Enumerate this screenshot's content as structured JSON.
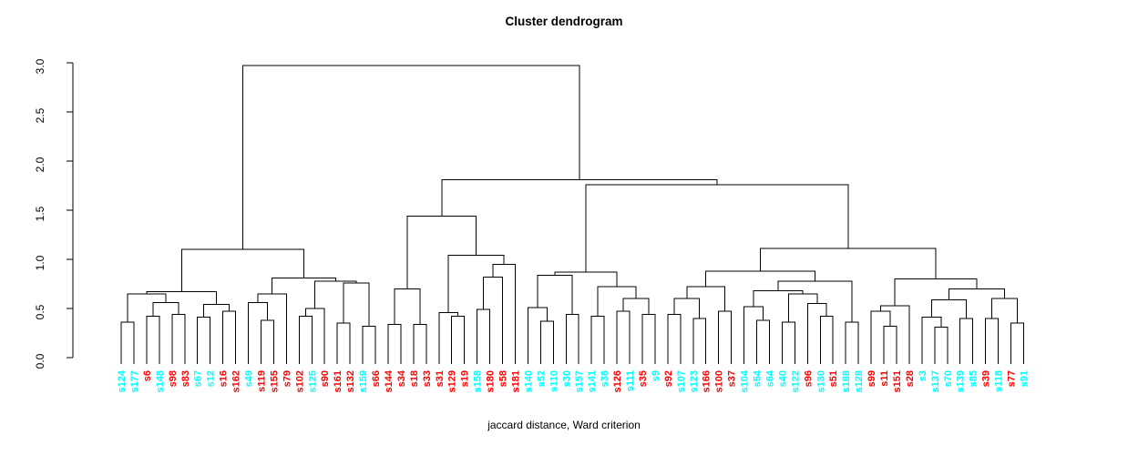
{
  "title": "Cluster dendrogram",
  "caption": "jaccard distance, Ward criterion",
  "colors": {
    "red_label": "#FF0000",
    "cyan_label": "#00FFFF",
    "line": "#000000"
  },
  "chart_data": {
    "type": "dendrogram",
    "title": "Cluster dendrogram",
    "xlabel": "jaccard distance, Ward criterion",
    "ylabel": "",
    "ylim": [
      0,
      3
    ],
    "grid": false,
    "legend": "none",
    "y_ticks": [
      "0.0",
      "0.5",
      "1.0",
      "1.5",
      "2.0",
      "2.5",
      "3.0"
    ],
    "leaves": [
      {
        "label": "s124",
        "color": "cyan"
      },
      {
        "label": "s177",
        "color": "cyan"
      },
      {
        "label": "s6",
        "color": "red"
      },
      {
        "label": "s148",
        "color": "cyan"
      },
      {
        "label": "s98",
        "color": "red"
      },
      {
        "label": "s83",
        "color": "red"
      },
      {
        "label": "s67",
        "color": "cyan"
      },
      {
        "label": "s12",
        "color": "cyan"
      },
      {
        "label": "s16",
        "color": "red"
      },
      {
        "label": "s162",
        "color": "red"
      },
      {
        "label": "s49",
        "color": "cyan"
      },
      {
        "label": "s119",
        "color": "red"
      },
      {
        "label": "s155",
        "color": "red"
      },
      {
        "label": "s79",
        "color": "red"
      },
      {
        "label": "s102",
        "color": "red"
      },
      {
        "label": "s125",
        "color": "cyan"
      },
      {
        "label": "s90",
        "color": "red"
      },
      {
        "label": "s161",
        "color": "red"
      },
      {
        "label": "s132",
        "color": "red"
      },
      {
        "label": "s159",
        "color": "cyan"
      },
      {
        "label": "s66",
        "color": "red"
      },
      {
        "label": "s144",
        "color": "red"
      },
      {
        "label": "s34",
        "color": "red"
      },
      {
        "label": "s18",
        "color": "red"
      },
      {
        "label": "s33",
        "color": "red"
      },
      {
        "label": "s31",
        "color": "red"
      },
      {
        "label": "s129",
        "color": "red"
      },
      {
        "label": "s19",
        "color": "red"
      },
      {
        "label": "s158",
        "color": "cyan"
      },
      {
        "label": "s180",
        "color": "red"
      },
      {
        "label": "s58",
        "color": "red"
      },
      {
        "label": "s181",
        "color": "red"
      },
      {
        "label": "s140",
        "color": "cyan"
      },
      {
        "label": "s52",
        "color": "cyan"
      },
      {
        "label": "s110",
        "color": "cyan"
      },
      {
        "label": "s30",
        "color": "cyan"
      },
      {
        "label": "s157",
        "color": "cyan"
      },
      {
        "label": "s141",
        "color": "cyan"
      },
      {
        "label": "s36",
        "color": "cyan"
      },
      {
        "label": "s126",
        "color": "red"
      },
      {
        "label": "s111",
        "color": "cyan"
      },
      {
        "label": "s35",
        "color": "red"
      },
      {
        "label": "s9",
        "color": "cyan"
      },
      {
        "label": "s92",
        "color": "red"
      },
      {
        "label": "s107",
        "color": "cyan"
      },
      {
        "label": "s123",
        "color": "cyan"
      },
      {
        "label": "s166",
        "color": "red"
      },
      {
        "label": "s100",
        "color": "red"
      },
      {
        "label": "s37",
        "color": "red"
      },
      {
        "label": "s104",
        "color": "cyan"
      },
      {
        "label": "s54",
        "color": "cyan"
      },
      {
        "label": "s64",
        "color": "cyan"
      },
      {
        "label": "s40",
        "color": "cyan"
      },
      {
        "label": "s122",
        "color": "cyan"
      },
      {
        "label": "s96",
        "color": "red"
      },
      {
        "label": "s130",
        "color": "cyan"
      },
      {
        "label": "s51",
        "color": "red"
      },
      {
        "label": "s188",
        "color": "cyan"
      },
      {
        "label": "s128",
        "color": "cyan"
      },
      {
        "label": "s99",
        "color": "red"
      },
      {
        "label": "s11",
        "color": "red"
      },
      {
        "label": "s151",
        "color": "red"
      },
      {
        "label": "s28",
        "color": "red"
      },
      {
        "label": "s3",
        "color": "cyan"
      },
      {
        "label": "s137",
        "color": "cyan"
      },
      {
        "label": "s70",
        "color": "cyan"
      },
      {
        "label": "s139",
        "color": "cyan"
      },
      {
        "label": "s85",
        "color": "cyan"
      },
      {
        "label": "s39",
        "color": "red"
      },
      {
        "label": "s118",
        "color": "cyan"
      },
      {
        "label": "s77",
        "color": "red"
      },
      {
        "label": "s91",
        "color": "cyan"
      }
    ],
    "tree": {
      "h": 2.97,
      "c": [
        {
          "h": 1.1,
          "c": [
            {
              "h": 0.67,
              "c": [
                {
                  "h": 0.65,
                  "c": [
                    {
                      "h": 0.36,
                      "c": [
                        "s124",
                        "s177"
                      ]
                    },
                    {
                      "h": 0.56,
                      "c": [
                        {
                          "h": 0.42,
                          "c": [
                            "s6",
                            "s148"
                          ]
                        },
                        {
                          "h": 0.44,
                          "c": [
                            "s98",
                            "s83"
                          ]
                        }
                      ]
                    }
                  ]
                },
                {
                  "h": 0.54,
                  "c": [
                    {
                      "h": 0.41,
                      "c": [
                        "s67",
                        "s12"
                      ]
                    },
                    {
                      "h": 0.47,
                      "c": [
                        "s16",
                        "s162"
                      ]
                    }
                  ]
                }
              ]
            },
            {
              "h": 0.81,
              "c": [
                {
                  "h": 0.65,
                  "c": [
                    {
                      "h": 0.56,
                      "c": [
                        "s49",
                        {
                          "h": 0.38,
                          "c": [
                            "s119",
                            "s155"
                          ]
                        }
                      ]
                    },
                    "s79"
                  ]
                },
                {
                  "h": 0.78,
                  "c": [
                    {
                      "h": 0.5,
                      "c": [
                        {
                          "h": 0.42,
                          "c": [
                            "s102",
                            "s125"
                          ]
                        },
                        "s90"
                      ]
                    },
                    {
                      "h": 0.76,
                      "c": [
                        {
                          "h": 0.35,
                          "c": [
                            "s161",
                            "s132"
                          ]
                        },
                        {
                          "h": 0.32,
                          "c": [
                            "s159",
                            "s66"
                          ]
                        }
                      ]
                    }
                  ]
                }
              ]
            }
          ]
        },
        {
          "h": 1.81,
          "c": [
            {
              "h": 1.44,
              "c": [
                {
                  "h": 0.7,
                  "c": [
                    {
                      "h": 0.34,
                      "c": [
                        "s144",
                        "s34"
                      ]
                    },
                    {
                      "h": 0.34,
                      "c": [
                        "s18",
                        "s33"
                      ]
                    }
                  ]
                },
                {
                  "h": 1.04,
                  "c": [
                    {
                      "h": 0.46,
                      "c": [
                        "s31",
                        {
                          "h": 0.42,
                          "c": [
                            "s129",
                            "s19"
                          ]
                        }
                      ]
                    },
                    {
                      "h": 0.95,
                      "c": [
                        {
                          "h": 0.82,
                          "c": [
                            {
                              "h": 0.49,
                              "c": [
                                "s158",
                                "s180"
                              ]
                            },
                            "s58"
                          ]
                        },
                        "s181"
                      ]
                    }
                  ]
                }
              ]
            },
            {
              "h": 1.76,
              "c": [
                {
                  "h": 0.87,
                  "c": [
                    {
                      "h": 0.84,
                      "c": [
                        {
                          "h": 0.51,
                          "c": [
                            "s140",
                            {
                              "h": 0.37,
                              "c": [
                                "s52",
                                "s110"
                              ]
                            }
                          ]
                        },
                        {
                          "h": 0.44,
                          "c": [
                            "s30",
                            "s157"
                          ]
                        }
                      ]
                    },
                    {
                      "h": 0.72,
                      "c": [
                        {
                          "h": 0.42,
                          "c": [
                            "s141",
                            "s36"
                          ]
                        },
                        {
                          "h": 0.6,
                          "c": [
                            {
                              "h": 0.47,
                              "c": [
                                "s126",
                                "s111"
                              ]
                            },
                            {
                              "h": 0.44,
                              "c": [
                                "s35",
                                "s9"
                              ]
                            }
                          ]
                        }
                      ]
                    }
                  ]
                },
                {
                  "h": 1.11,
                  "c": [
                    {
                      "h": 0.88,
                      "c": [
                        {
                          "h": 0.72,
                          "c": [
                            {
                              "h": 0.6,
                              "c": [
                                {
                                  "h": 0.44,
                                  "c": [
                                    "s92",
                                    "s107"
                                  ]
                                },
                                {
                                  "h": 0.4,
                                  "c": [
                                    "s123",
                                    "s166"
                                  ]
                                }
                              ]
                            },
                            {
                              "h": 0.47,
                              "c": [
                                "s100",
                                "s37"
                              ]
                            }
                          ]
                        },
                        {
                          "h": 0.78,
                          "c": [
                            {
                              "h": 0.68,
                              "c": [
                                {
                                  "h": 0.52,
                                  "c": [
                                    "s104",
                                    {
                                      "h": 0.38,
                                      "c": [
                                        "s54",
                                        "s64"
                                      ]
                                    }
                                  ]
                                },
                                {
                                  "h": 0.65,
                                  "c": [
                                    {
                                      "h": 0.36,
                                      "c": [
                                        "s40",
                                        "s122"
                                      ]
                                    },
                                    {
                                      "h": 0.55,
                                      "c": [
                                        "s96",
                                        {
                                          "h": 0.42,
                                          "c": [
                                            "s130",
                                            "s51"
                                          ]
                                        }
                                      ]
                                    }
                                  ]
                                }
                              ]
                            },
                            {
                              "h": 0.36,
                              "c": [
                                "s188",
                                "s128"
                              ]
                            }
                          ]
                        }
                      ]
                    },
                    {
                      "h": 0.8,
                      "c": [
                        {
                          "h": 0.53,
                          "c": [
                            {
                              "h": 0.47,
                              "c": [
                                "s99",
                                {
                                  "h": 0.32,
                                  "c": [
                                    "s11",
                                    "s151"
                                  ]
                                }
                              ]
                            },
                            "s28"
                          ]
                        },
                        {
                          "h": 0.7,
                          "c": [
                            {
                              "h": 0.59,
                              "c": [
                                {
                                  "h": 0.41,
                                  "c": [
                                    "s3",
                                    {
                                      "h": 0.31,
                                      "c": [
                                        "s137",
                                        "s70"
                                      ]
                                    }
                                  ]
                                },
                                {
                                  "h": 0.4,
                                  "c": [
                                    "s139",
                                    "s85"
                                  ]
                                }
                              ]
                            },
                            {
                              "h": 0.6,
                              "c": [
                                {
                                  "h": 0.4,
                                  "c": [
                                    "s39",
                                    "s118"
                                  ]
                                },
                                {
                                  "h": 0.35,
                                  "c": [
                                    "s77",
                                    "s91"
                                  ]
                                }
                              ]
                            }
                          ]
                        }
                      ]
                    }
                  ]
                }
              ]
            }
          ]
        }
      ]
    }
  }
}
